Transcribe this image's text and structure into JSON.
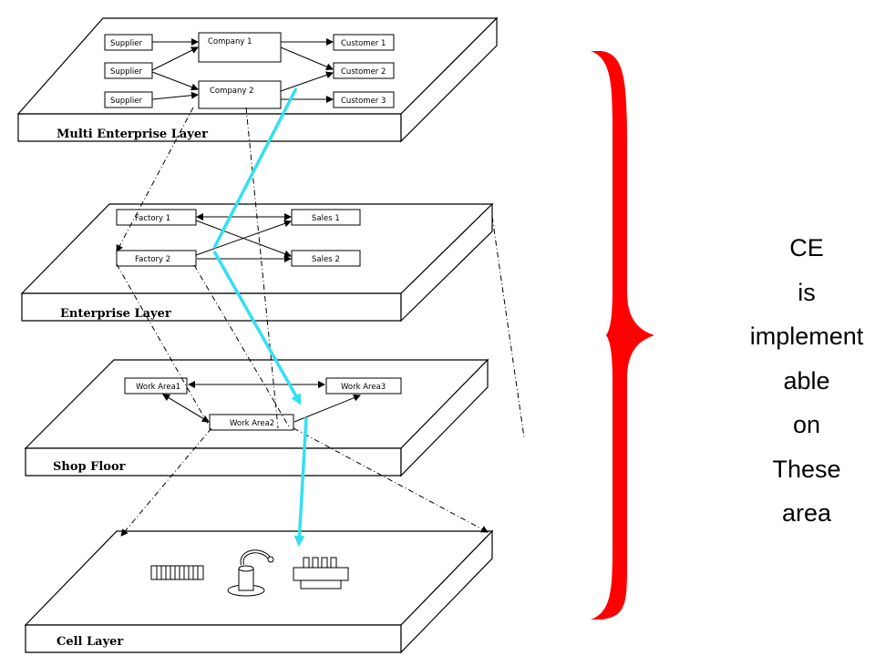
{
  "layers": {
    "multi_enterprise": {
      "label": "Multi Enterprise Layer",
      "suppliers": [
        "Supplier",
        "Supplier",
        "Supplier"
      ],
      "companies": [
        "Company 1",
        "Company 2"
      ],
      "customers": [
        "Customer 1",
        "Customer 2",
        "Customer 3"
      ]
    },
    "enterprise": {
      "label": "Enterprise Layer",
      "factories": [
        "Factory 1",
        "Factory 2"
      ],
      "sales": [
        "Sales 1",
        "Sales 2"
      ]
    },
    "shop_floor": {
      "label": "Shop Floor",
      "work_areas": [
        "Work Area1",
        "Work Area2",
        "Work Area3"
      ]
    },
    "cell": {
      "label": "Cell Layer"
    }
  },
  "annotation": {
    "lines": [
      "CE",
      "is",
      "implement",
      "able",
      "on",
      "These",
      "area"
    ]
  },
  "colors": {
    "brace": "#ff0000",
    "flow_arrow": "#33e0f0"
  }
}
